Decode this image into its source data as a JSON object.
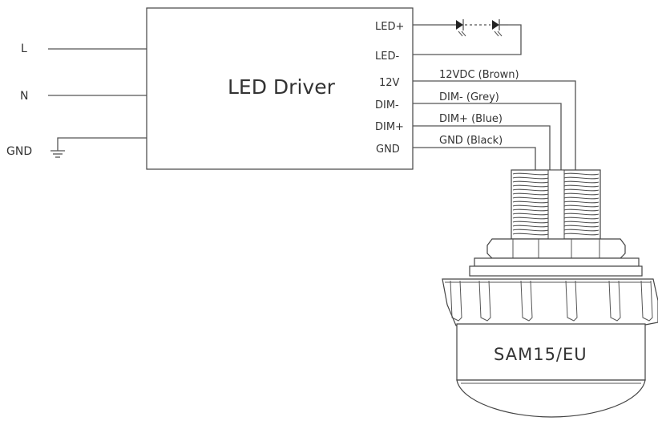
{
  "inputs": {
    "line": "L",
    "neutral": "N",
    "ground": "GND"
  },
  "driver": {
    "title": "LED Driver",
    "terminals": {
      "led_plus": "LED+",
      "led_minus": "LED-",
      "v12": "12V",
      "dim_minus": "DIM-",
      "dim_plus": "DIM+",
      "gnd": "GND"
    }
  },
  "wires": {
    "brown": "12VDC (Brown)",
    "grey": "DIM- (Grey)",
    "blue": "DIM+ (Blue)",
    "black": "GND (Black)"
  },
  "sensor": {
    "model": "SAM15/EU"
  },
  "icons": {
    "led_string": "led-diode-icon",
    "ground": "ground-symbol-icon"
  }
}
